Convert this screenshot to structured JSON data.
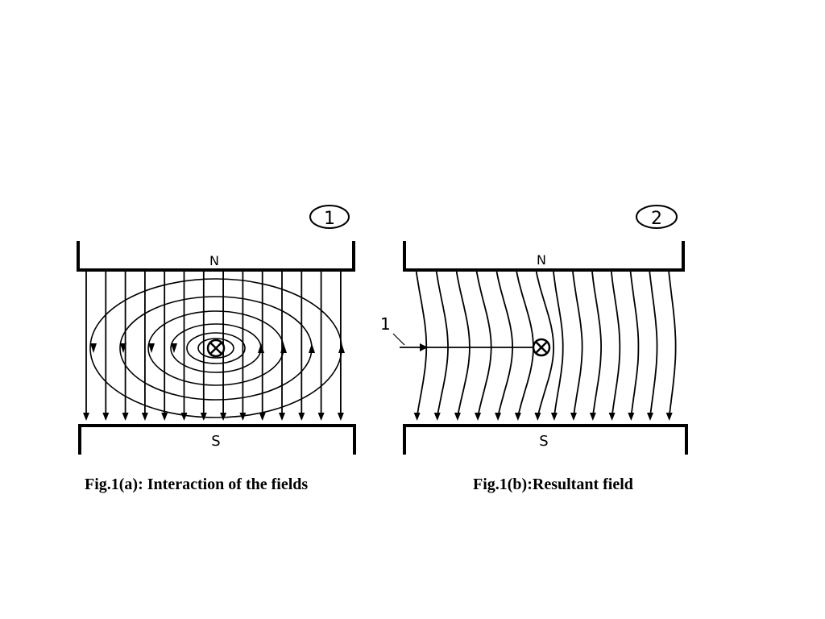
{
  "figure_a": {
    "number": "1",
    "north_label": "N",
    "south_label": "S",
    "caption": "Fig.1(a): Interaction of the fields"
  },
  "figure_b": {
    "number": "2",
    "north_label": "N",
    "south_label": "S",
    "pointer_label": "1",
    "caption": "Fig.1(b):Resultant field"
  },
  "colors": {
    "ink": "#000000",
    "background": "#ffffff"
  }
}
